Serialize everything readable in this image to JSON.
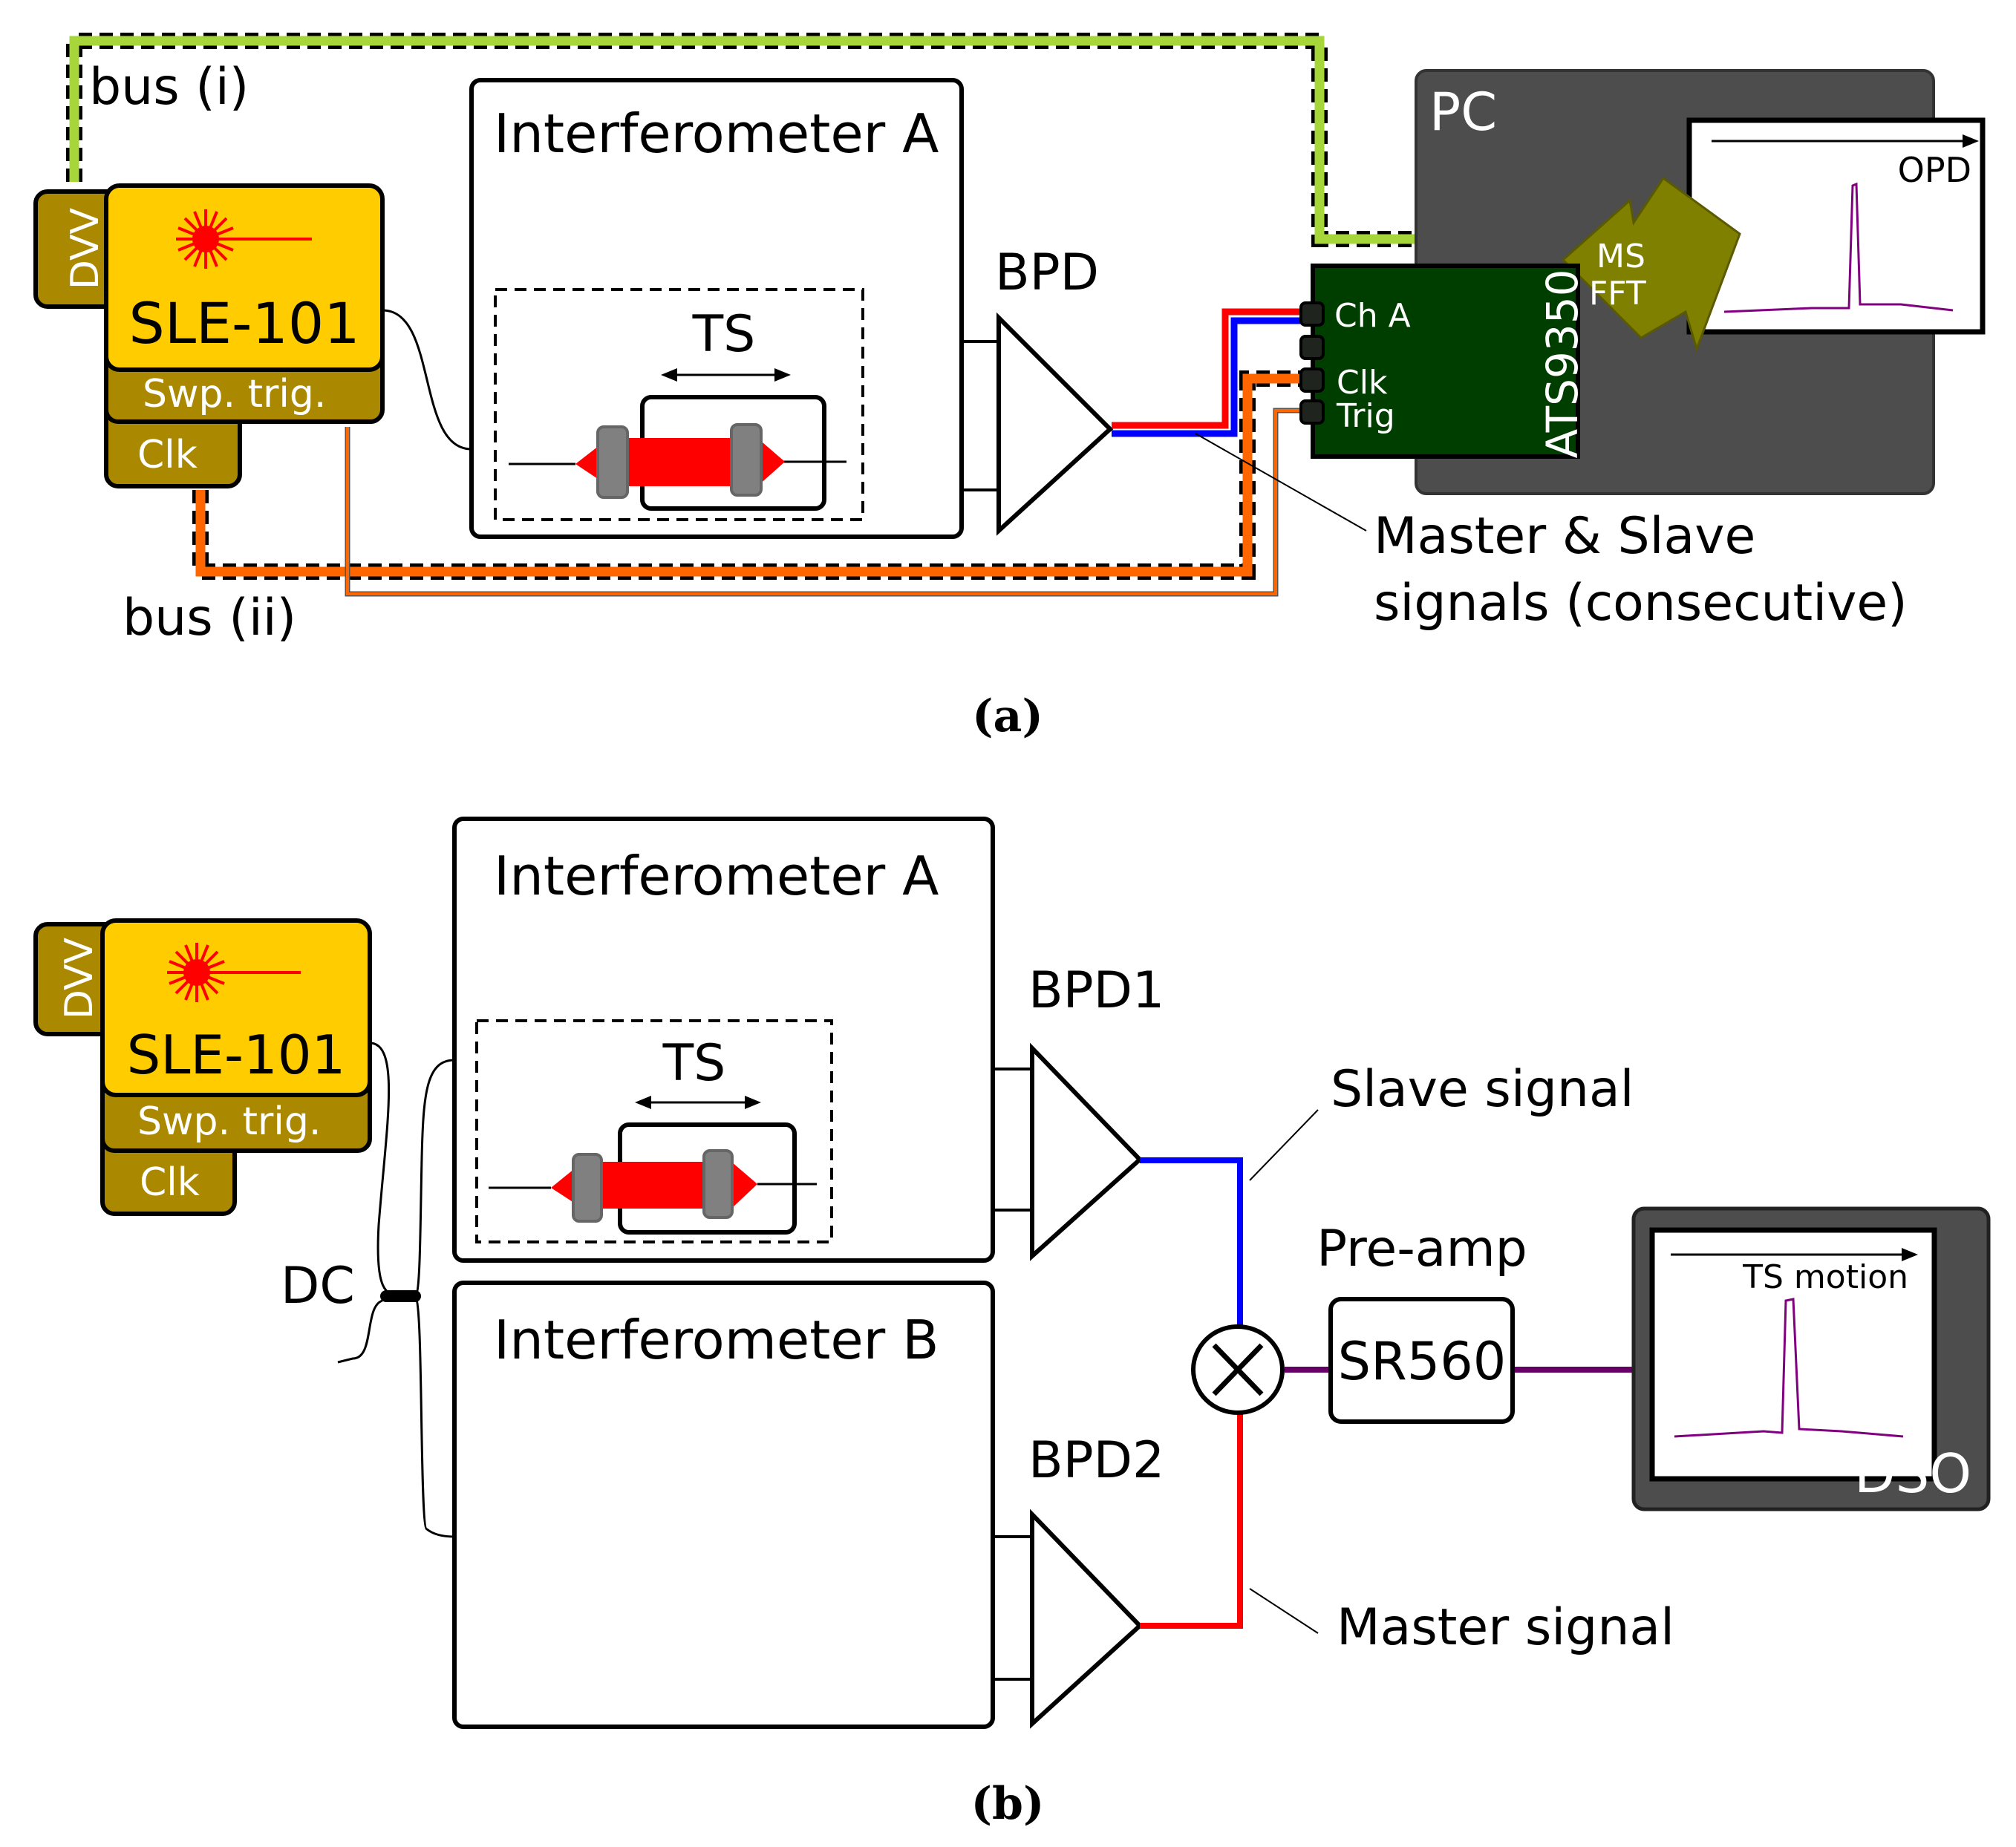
{
  "panel_a": {
    "caption": "(a)",
    "bus_i_label": "bus (i)",
    "bus_ii_label": "bus (ii)",
    "source": {
      "name": "SLE-101",
      "dvv": "DVV",
      "sweep_trigger": "Swp. trig.",
      "clock": "Clk"
    },
    "interferometer_label": "Interferometer A",
    "ts_label": "TS",
    "bpd_label": "BPD",
    "pc_label": "PC",
    "digitizer": {
      "name": "ATS9350",
      "ports": [
        "Ch A",
        "",
        "Clk",
        "Trig"
      ]
    },
    "processing_label_1": "MS",
    "processing_label_2": "FFT",
    "screen_axis_label": "OPD",
    "annotation_line1": "Master & Slave",
    "annotation_line2": "signals (consecutive)"
  },
  "panel_b": {
    "caption": "(b)",
    "source": {
      "name": "SLE-101",
      "dvv": "DVV",
      "sweep_trigger": "Swp. trig.",
      "clock": "Clk"
    },
    "coupler_label": "DC",
    "interferometer_a_label": "Interferometer A",
    "interferometer_b_label": "Interferometer B",
    "ts_label": "TS",
    "bpd1_label": "BPD1",
    "bpd2_label": "BPD2",
    "slave_label": "Slave signal",
    "master_label": "Master signal",
    "preamp_label": "Pre-amp",
    "preamp_model": "SR560",
    "dso_label": "DSO",
    "screen_axis_label": "TS motion"
  },
  "colors": {
    "source_yellow": "#ffcc00",
    "module_olive": "#aa8800",
    "laser_red": "#ff0000",
    "bus_green": "#a6d63a",
    "bus_orange": "#ff6600",
    "signal_red": "#ff0000",
    "signal_blue": "#0000ff",
    "pc_gray": "#4d4d4d",
    "digitizer_green": "#003e00",
    "arrow_olive": "#808000",
    "trace_purple": "#800080"
  }
}
